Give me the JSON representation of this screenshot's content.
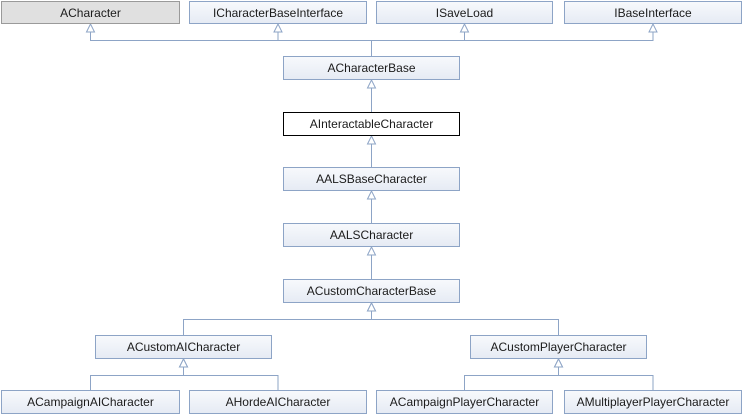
{
  "diagram": {
    "nodes": {
      "acharacter": "ACharacter",
      "icharacterbaseinterface": "ICharacterBaseInterface",
      "isaveload": "ISaveLoad",
      "ibaseinterface": "IBaseInterface",
      "acharacterbase": "ACharacterBase",
      "ainteractablecharacter": "AInteractableCharacter",
      "aalsbasecharacter": "AALSBaseCharacter",
      "aalscharacter": "AALSCharacter",
      "acustomcharacterbase": "ACustomCharacterBase",
      "acustomaicharacter": "ACustomAICharacter",
      "acustomplayercharacter": "ACustomPlayerCharacter",
      "acampaignaicharacter": "ACampaignAICharacter",
      "ahordeaicharacter": "AHordeAICharacter",
      "acampaignplayercharacter": "ACampaignPlayerCharacter",
      "amultiplayerplayercharacter": "AMultiplayerPlayerCharacter"
    },
    "edges": [
      {
        "from": "acharacterbase",
        "to": "acharacter"
      },
      {
        "from": "acharacterbase",
        "to": "icharacterbaseinterface"
      },
      {
        "from": "acharacterbase",
        "to": "isaveload"
      },
      {
        "from": "acharacterbase",
        "to": "ibaseinterface"
      },
      {
        "from": "ainteractablecharacter",
        "to": "acharacterbase"
      },
      {
        "from": "aalsbasecharacter",
        "to": "ainteractablecharacter"
      },
      {
        "from": "aalscharacter",
        "to": "aalsbasecharacter"
      },
      {
        "from": "acustomcharacterbase",
        "to": "aalscharacter"
      },
      {
        "from": "acustomaicharacter",
        "to": "acustomcharacterbase"
      },
      {
        "from": "acustomplayercharacter",
        "to": "acustomcharacterbase"
      },
      {
        "from": "acampaignaicharacter",
        "to": "acustomaicharacter"
      },
      {
        "from": "ahordeaicharacter",
        "to": "acustomaicharacter"
      },
      {
        "from": "acampaignplayercharacter",
        "to": "acustomplayercharacter"
      },
      {
        "from": "amultiplayerplayercharacter",
        "to": "acustomplayercharacter"
      }
    ],
    "colors": {
      "edge": "#8da4c6",
      "node_border": "#8da4c6",
      "external_fill": "#e0e0e0",
      "current_border": "#000000"
    }
  }
}
